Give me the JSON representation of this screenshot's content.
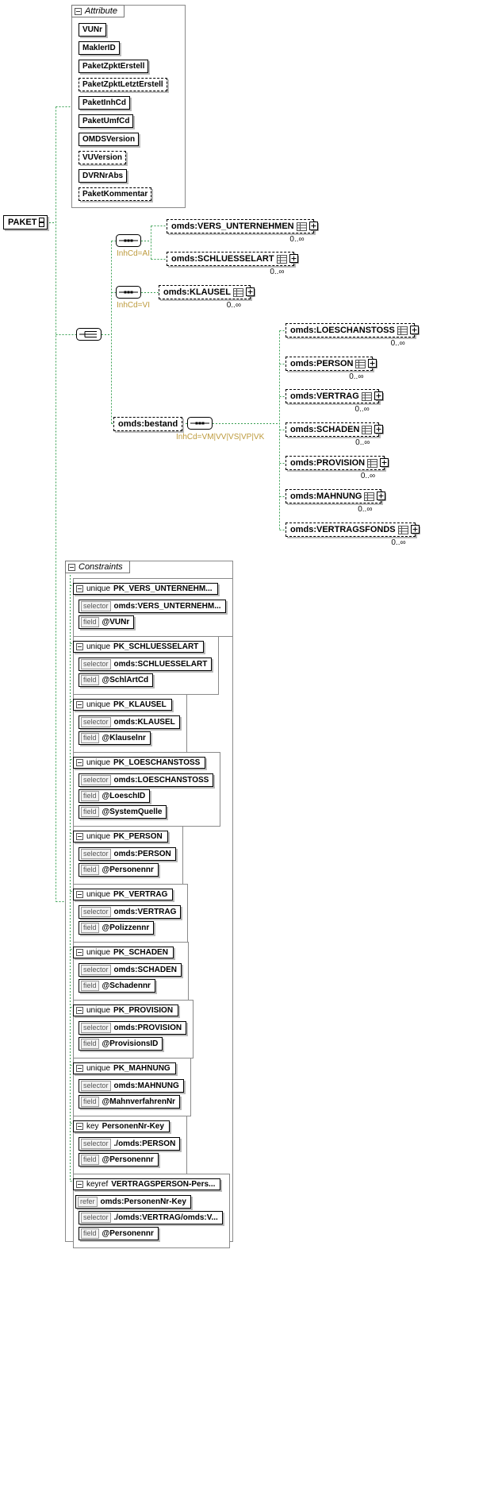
{
  "diagram": {
    "root": {
      "label": "PAKET"
    },
    "attribute_panel": {
      "title": "Attribute",
      "items": [
        {
          "label": "VUNr",
          "optional": false
        },
        {
          "label": "MaklerID",
          "optional": false
        },
        {
          "label": "PaketZpktErstell",
          "optional": false
        },
        {
          "label": "PaketZpktLetztErstell",
          "optional": true
        },
        {
          "label": "PaketInhCd",
          "optional": false
        },
        {
          "label": "PaketUmfCd",
          "optional": false
        },
        {
          "label": "OMDSVersion",
          "optional": false
        },
        {
          "label": "VUVersion",
          "optional": true
        },
        {
          "label": "DVRNrAbs",
          "optional": false
        },
        {
          "label": "PaketKommentar",
          "optional": true
        }
      ]
    },
    "conditions": {
      "ai": "InhCd=AI",
      "vi": "InhCd=VI",
      "bestand": "InhCd=VM|VV|VS|VP|VK"
    },
    "elements": {
      "vers_unternehmen": {
        "label": "omds:VERS_UNTERNEHMEN",
        "occurs": "0..∞"
      },
      "schluesselart": {
        "label": "omds:SCHLUESSELART",
        "occurs": "0..∞"
      },
      "klausel": {
        "label": "omds:KLAUSEL",
        "occurs": "0..∞"
      },
      "bestand": {
        "label": "omds:bestand"
      },
      "loeschanstoss": {
        "label": "omds:LOESCHANSTOSS",
        "occurs": "0..∞"
      },
      "person": {
        "label": "omds:PERSON",
        "occurs": "0..∞"
      },
      "vertrag": {
        "label": "omds:VERTRAG",
        "occurs": "0..∞"
      },
      "schaden": {
        "label": "omds:SCHADEN",
        "occurs": "0..∞"
      },
      "provision": {
        "label": "omds:PROVISION",
        "occurs": "0..∞"
      },
      "mahnung": {
        "label": "omds:MAHNUNG",
        "occurs": "0..∞"
      },
      "vertragsfonds": {
        "label": "omds:VERTRAGSFONDS",
        "occurs": "0..∞"
      }
    },
    "constraints": {
      "title": "Constraints",
      "groups": [
        {
          "kind": "unique",
          "name": "PK_VERS_UNTERNEHM...",
          "rows": [
            {
              "kw": "selector",
              "value": "omds:VERS_UNTERNEHM..."
            },
            {
              "kw": "field",
              "value": "@VUNr"
            }
          ]
        },
        {
          "kind": "unique",
          "name": "PK_SCHLUESSELART",
          "rows": [
            {
              "kw": "selector",
              "value": "omds:SCHLUESSELART"
            },
            {
              "kw": "field",
              "value": "@SchlArtCd"
            }
          ]
        },
        {
          "kind": "unique",
          "name": "PK_KLAUSEL",
          "rows": [
            {
              "kw": "selector",
              "value": "omds:KLAUSEL"
            },
            {
              "kw": "field",
              "value": "@Klauselnr"
            }
          ]
        },
        {
          "kind": "unique",
          "name": "PK_LOESCHANSTOSS",
          "rows": [
            {
              "kw": "selector",
              "value": "omds:LOESCHANSTOSS"
            },
            {
              "kw": "field",
              "value": "@LoeschID"
            },
            {
              "kw": "field",
              "value": "@SystemQuelle"
            }
          ]
        },
        {
          "kind": "unique",
          "name": "PK_PERSON",
          "rows": [
            {
              "kw": "selector",
              "value": "omds:PERSON"
            },
            {
              "kw": "field",
              "value": "@Personennr"
            }
          ]
        },
        {
          "kind": "unique",
          "name": "PK_VERTRAG",
          "rows": [
            {
              "kw": "selector",
              "value": "omds:VERTRAG"
            },
            {
              "kw": "field",
              "value": "@Polizzennr"
            }
          ]
        },
        {
          "kind": "unique",
          "name": "PK_SCHADEN",
          "rows": [
            {
              "kw": "selector",
              "value": "omds:SCHADEN"
            },
            {
              "kw": "field",
              "value": "@Schadennr"
            }
          ]
        },
        {
          "kind": "unique",
          "name": "PK_PROVISION",
          "rows": [
            {
              "kw": "selector",
              "value": "omds:PROVISION"
            },
            {
              "kw": "field",
              "value": "@ProvisionsID"
            }
          ]
        },
        {
          "kind": "unique",
          "name": "PK_MAHNUNG",
          "rows": [
            {
              "kw": "selector",
              "value": "omds:MAHNUNG"
            },
            {
              "kw": "field",
              "value": "@MahnverfahrenNr"
            }
          ]
        },
        {
          "kind": "key",
          "name": "PersonenNr-Key",
          "rows": [
            {
              "kw": "selector",
              "value": "./omds:PERSON"
            },
            {
              "kw": "field",
              "value": "@Personennr"
            }
          ]
        },
        {
          "kind": "keyref",
          "name": "VERTRAGSPERSON-Pers...",
          "refer": {
            "kw": "refer",
            "value": "omds:PersonenNr-Key"
          },
          "rows": [
            {
              "kw": "selector",
              "value": "./omds:VERTRAG/omds:V..."
            },
            {
              "kw": "field",
              "value": "@Personennr"
            }
          ]
        }
      ]
    },
    "icons": {
      "sequence-icon": "rounded box with three dots on a line",
      "choice-icon": "rounded box with branching lines",
      "collapse-icon": "⊟",
      "expand-icon": "⊞",
      "complex-type-icon": "small table grid",
      "expand-handle-icon": "two stacked cells"
    },
    "colors": {
      "connector": "#3aa053",
      "condition_text": "#bd9a3c",
      "box_shadow": "#b9b9b9"
    }
  }
}
